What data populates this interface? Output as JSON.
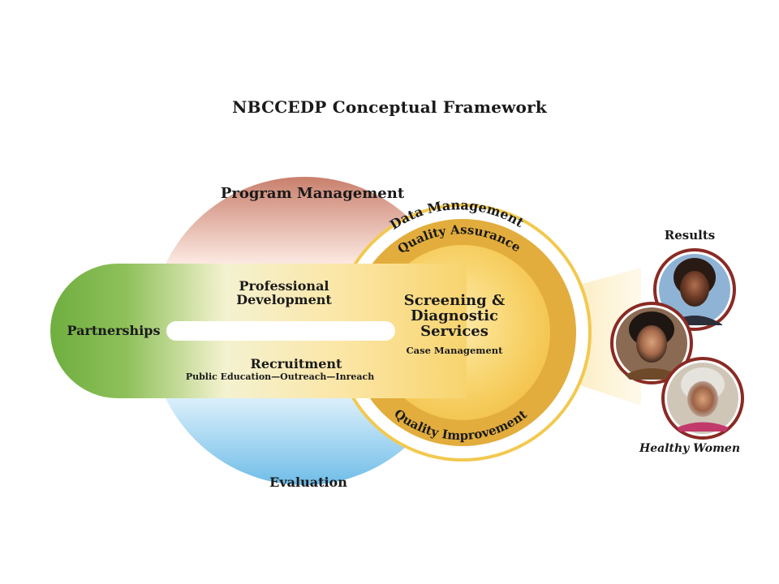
{
  "title": "NBCCEDP Conceptual Framework",
  "program_management": "Program Management",
  "professional_development": "Professional Development",
  "partnerships": "Partnerships",
  "recruitment": "Recruitment",
  "recruitment_detail": "Public Education—Outreach—Inreach",
  "screening": "Screening & Diagnostic Services",
  "case_management": "Case Management",
  "evaluation": "Evaluation",
  "data_management": "Data Management",
  "quality_assurance": "Quality Assurance",
  "quality_improvement": "Quality Improvement",
  "results": "Results",
  "healthy_women": "Healthy Women",
  "colors": {
    "program_management": "#c97f6c",
    "evaluation": "#7cc4ea",
    "partnerships": "#78b44a",
    "core": "#f6ca4f",
    "quality_ring": "#e2ad3c",
    "photo_ring": "#8a2a24"
  }
}
